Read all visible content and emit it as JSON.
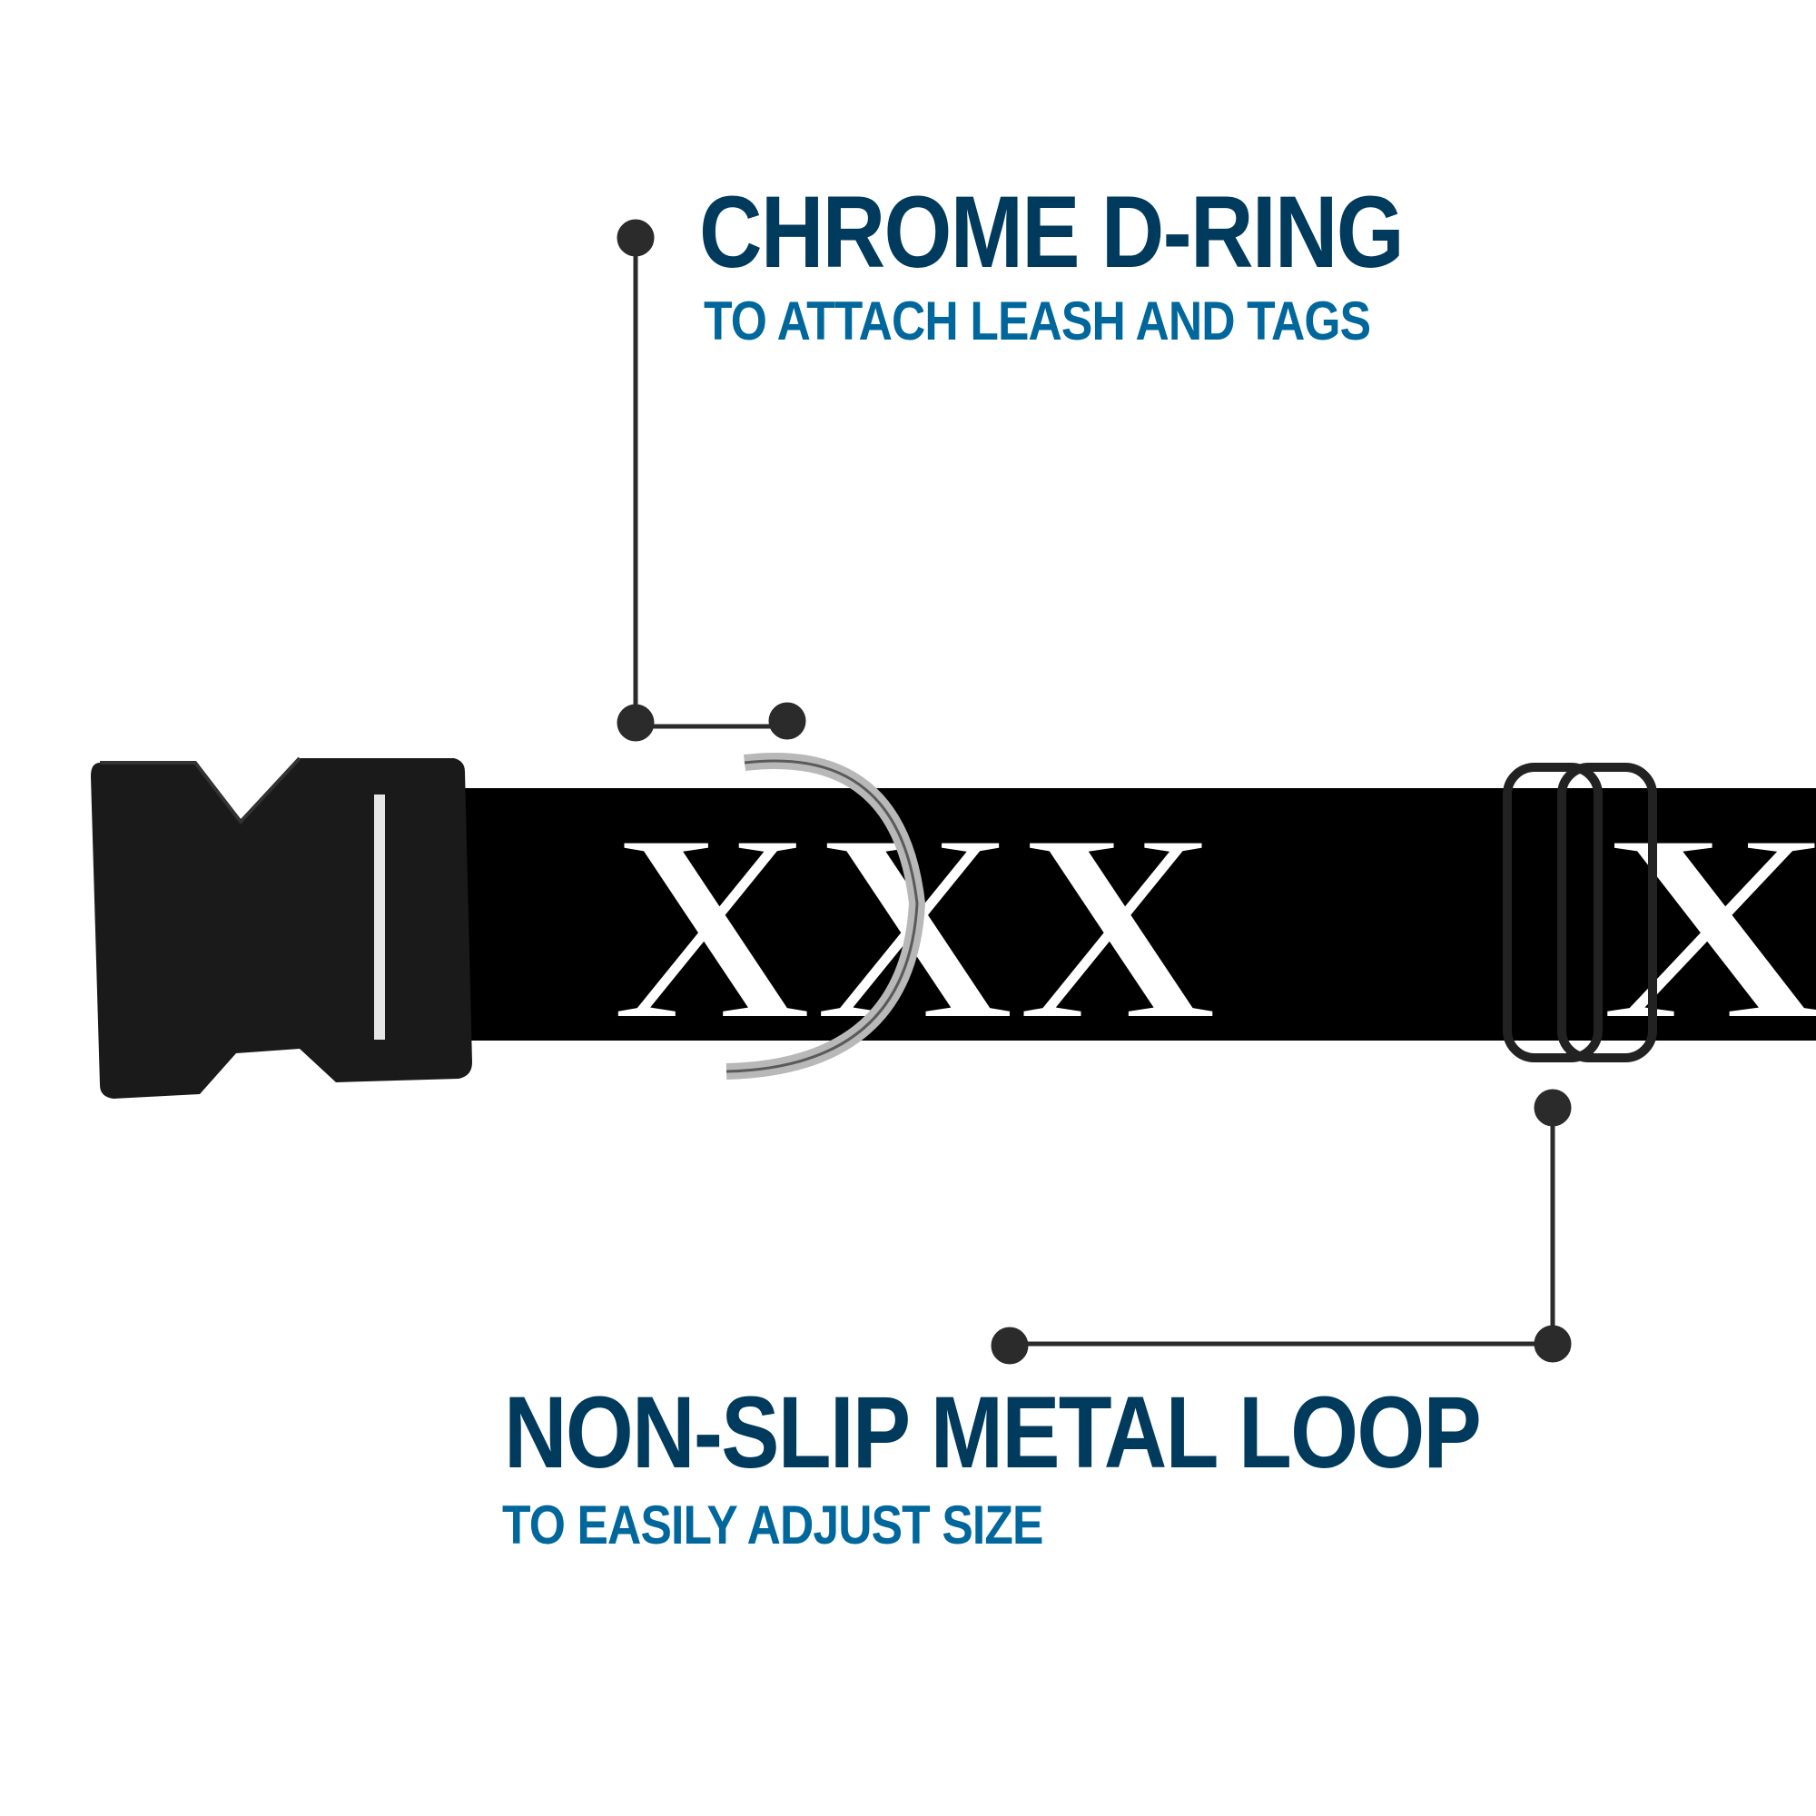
{
  "callouts": [
    {
      "title": "CHROME D-RING",
      "subtitle": "TO ATTACH LEASH AND TAGS"
    },
    {
      "title": "NON-SLIP METAL LOOP",
      "subtitle": "TO EASILY ADJUST SIZE"
    }
  ],
  "collar": {
    "print": "XXX",
    "print_partial": "X"
  },
  "colors": {
    "title": "#003a5d",
    "subtitle": "#00679c",
    "leader": "#2b2b2b",
    "strap": "#000000"
  }
}
